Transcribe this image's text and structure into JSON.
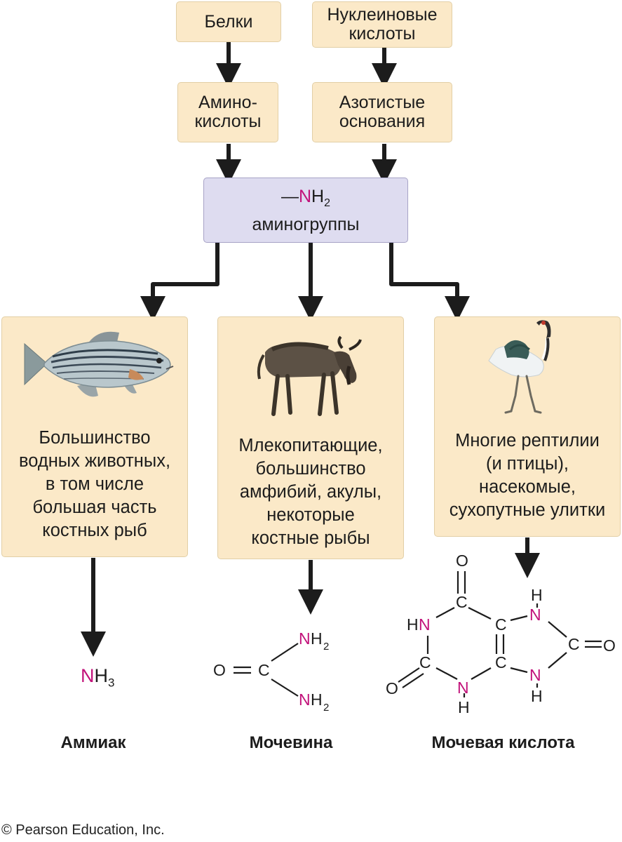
{
  "sources": [
    {
      "label": "Белки"
    },
    {
      "label": "Нуклеиновые кислоты"
    }
  ],
  "intermediates": [
    {
      "label": "Амино-\nкислоты"
    },
    {
      "label": "Азотистые основания"
    }
  ],
  "amino_group": {
    "dash": "—",
    "element": "N",
    "rest": "H",
    "subscript": "2",
    "label": "аминогруппы"
  },
  "groups": [
    {
      "icon": "fish-icon",
      "text": "Большинство\nводных животных,\nв том числе\nбольшая часть\nкостных рыб"
    },
    {
      "icon": "wildebeest-icon",
      "text": "Млекопитающие,\nбольшинство\nамфибий, акулы,\nнекоторые\nкостные рыбы"
    },
    {
      "icon": "crane-bird-icon",
      "text": "Многие рептилии\n(и птицы),\nнасекомые,\nсухопутные улитки"
    }
  ],
  "products": [
    {
      "name": "Аммиак",
      "formula": {
        "element": "N",
        "rest": "H",
        "subscript": "3"
      }
    },
    {
      "name": "Мочевина",
      "atoms": {
        "o": "O",
        "c": "C",
        "n": "N",
        "h": "H",
        "sub": "2"
      }
    },
    {
      "name": "Мочевая кислота",
      "atoms": {
        "o": "O",
        "c": "C",
        "n": "N",
        "h": "H"
      }
    }
  ],
  "credit": "© Pearson Education, Inc.",
  "colors": {
    "source_box": "#fbe9c8",
    "amino_box": "#dedcf0",
    "nitrogen": "#c2127a",
    "arrow": "#1c1c1c"
  }
}
